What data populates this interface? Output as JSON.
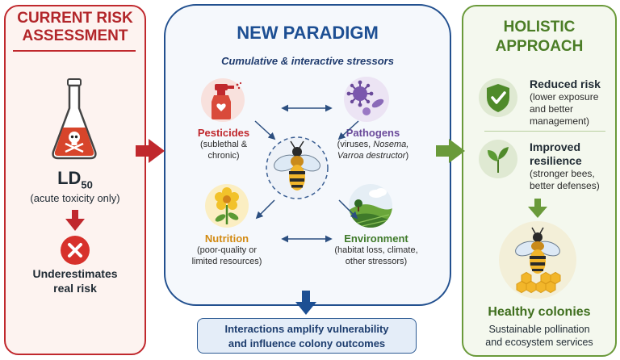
{
  "left": {
    "title_line1": "CURRENT RISK",
    "title_line2": "ASSESSMENT",
    "ld_main": "LD",
    "ld_sub": "50",
    "acute": "(acute toxicity only)",
    "under_line1": "Underestimates",
    "under_line2": "real risk"
  },
  "center": {
    "title": "NEW PARADIGM",
    "subtitle": "Cumulative & interactive stressors",
    "pesticides": {
      "title": "Pesticides",
      "desc1": "(sublethal &",
      "desc2": "chronic)"
    },
    "pathogens": {
      "title": "Pathogens",
      "desc1_a": "(viruses, ",
      "desc1_b": "Nosema,",
      "desc2": "Varroa destructor",
      "desc2_end": ")"
    },
    "nutrition": {
      "title": "Nutrition",
      "desc1": "(poor-quality or",
      "desc2": "limited resources)"
    },
    "environment": {
      "title": "Environment",
      "desc1": "(habitat loss, climate,",
      "desc2": "other stressors)"
    },
    "interactions_line1": "Interactions amplify vulnerability",
    "interactions_line2": "and influence colony outcomes"
  },
  "right": {
    "title_line1": "HOLISTIC",
    "title_line2": "APPROACH",
    "reduced_title": "Reduced risk",
    "reduced_desc1": "(lower exposure",
    "reduced_desc2": "and better",
    "reduced_desc3": "management)",
    "improved_title1": "Improved",
    "improved_title2": "resilience",
    "improved_desc1": "(stronger bees,",
    "improved_desc2": "better defenses)",
    "healthy": "Healthy colonies",
    "sustain1": "Sustainable pollination",
    "sustain2": "and ecosystem services"
  },
  "colors": {
    "red": "#c0282d",
    "blue": "#22508f",
    "green": "#6a9a3a",
    "pesticides": "#c0282d",
    "pathogens": "#6a4a9a",
    "nutrition": "#d28a12",
    "environment": "#3f7a2a"
  },
  "icons": [
    "flask-skull-icon",
    "x-circle-icon",
    "spray-bottle-icon",
    "virus-icon",
    "flower-icon",
    "landscape-icon",
    "bee-icon",
    "shield-check-icon",
    "leaf-icon",
    "honeycomb-icon"
  ]
}
